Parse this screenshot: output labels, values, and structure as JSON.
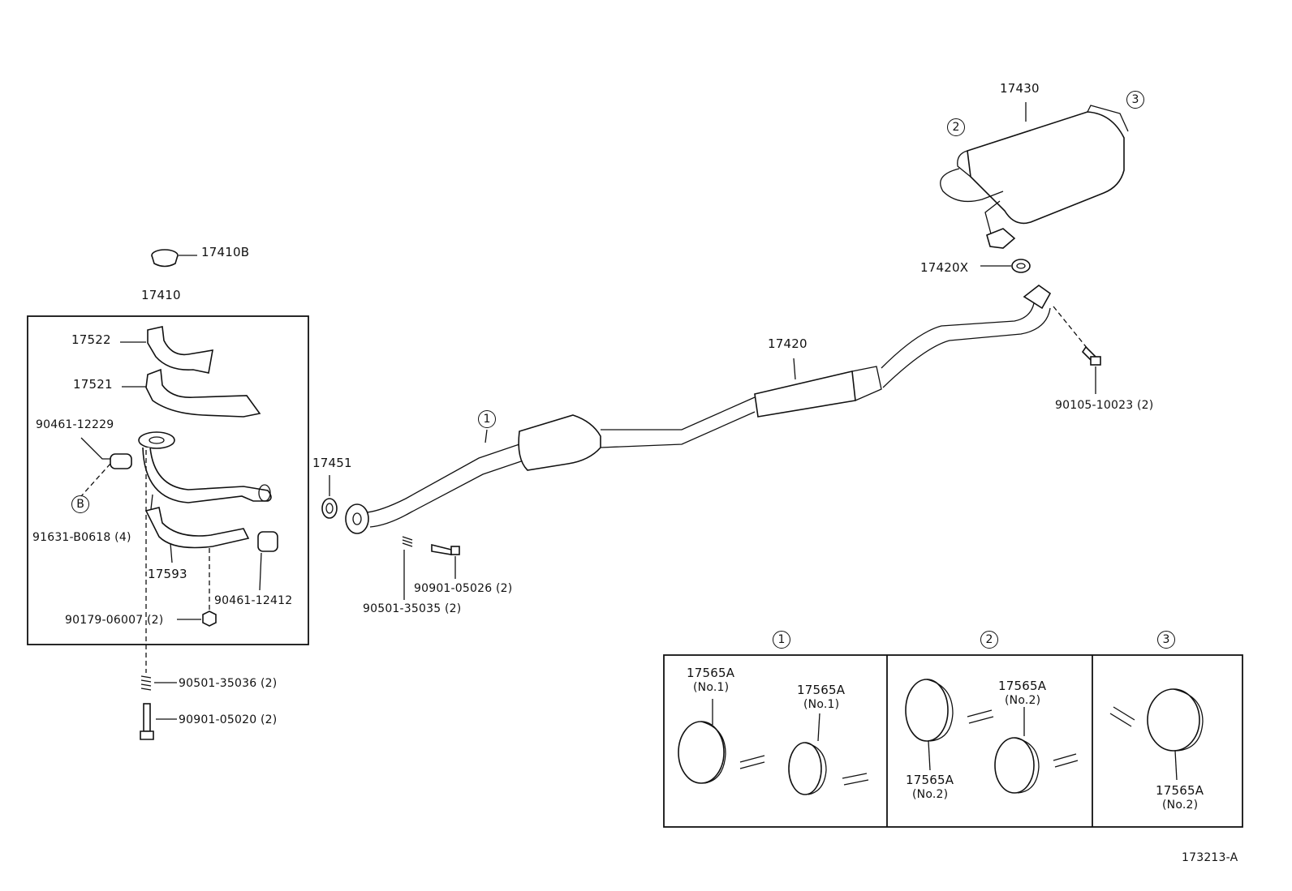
{
  "labels": {
    "p17410B": "17410B",
    "p17410": "17410",
    "p17522": "17522",
    "p17521": "17521",
    "p90461_12229": "90461-12229",
    "circleB": "B",
    "p91631": "91631-B0618 (4)",
    "p17593": "17593",
    "p90461_12412": "90461-12412",
    "p90179": "90179-06007 (2)",
    "p90501_35036": "90501-35036 (2)",
    "p90901_05020": "90901-05020 (2)",
    "p17451": "17451",
    "p90901_05026": "90901-05026 (2)",
    "p90501_35035": "90501-35035 (2)",
    "p17420": "17420",
    "p17420X": "17420X",
    "p17430": "17430",
    "p90105": "90105-10023 (2)",
    "c1": "1",
    "c2": "2",
    "c3": "3",
    "code": "173213-A"
  },
  "hangers": {
    "title1": "1",
    "title2": "2",
    "title3": "3",
    "h1a_part": "17565A",
    "h1a_sub": "(No.1)",
    "h1b_part": "17565A",
    "h1b_sub": "(No.1)",
    "h2a_part": "17565A",
    "h2a_sub": "(No.2)",
    "h2b_part": "17565A",
    "h2b_sub": "(No.2)",
    "h3_part": "17565A",
    "h3_sub": "(No.2)"
  }
}
